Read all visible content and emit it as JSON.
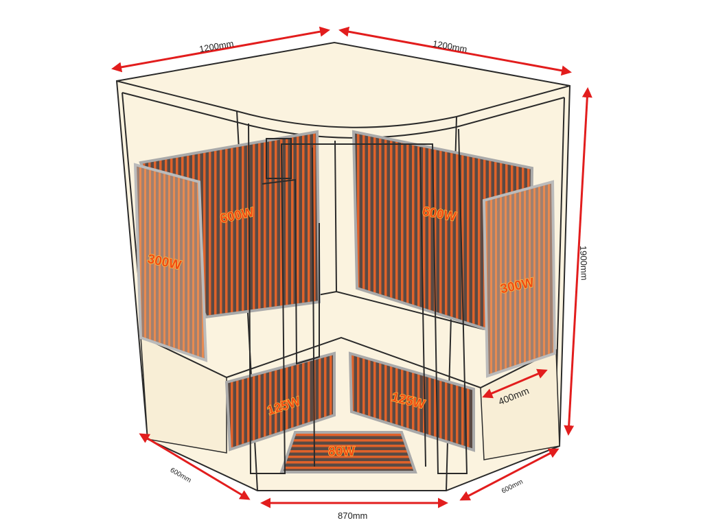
{
  "dimensions": {
    "top_left_width": "1200mm",
    "top_right_width": "1200mm",
    "height": "1900mm",
    "bench_depth": "400mm",
    "bottom_left_side": "600mm",
    "bottom_right_side": "600mm",
    "front_width": "870mm"
  },
  "heaters": {
    "left_back_wall": "600W",
    "right_back_wall": "600W",
    "left_side": "300W",
    "right_side": "300W",
    "left_bench": "125W",
    "right_bench": "125W",
    "floor": "80W"
  },
  "colors": {
    "cabin": "#fbf3df",
    "arrow": "#e21d1d",
    "heater": "#b8542a",
    "label": "#f04a14"
  }
}
